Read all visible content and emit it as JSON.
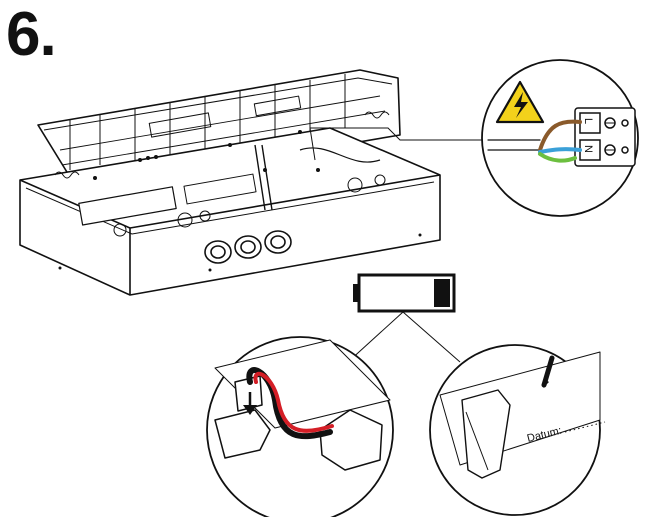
{
  "step": {
    "number": "6."
  },
  "terminal": {
    "label_l": "L",
    "label_n": "N"
  },
  "label_tag": {
    "text": "Datum:"
  },
  "colors": {
    "outline": "#111111",
    "warning_yellow": "#f3d21b",
    "battery_fill": "#111111",
    "wire_red": "#d41e26",
    "wire_brown": "#8a5a2b",
    "wire_blue": "#3aa0d8",
    "wire_green": "#6cbf3f"
  },
  "icons": [
    "high-voltage-warning-icon",
    "battery-low-icon",
    "pencil-icon",
    "arrow-down-icon"
  ]
}
